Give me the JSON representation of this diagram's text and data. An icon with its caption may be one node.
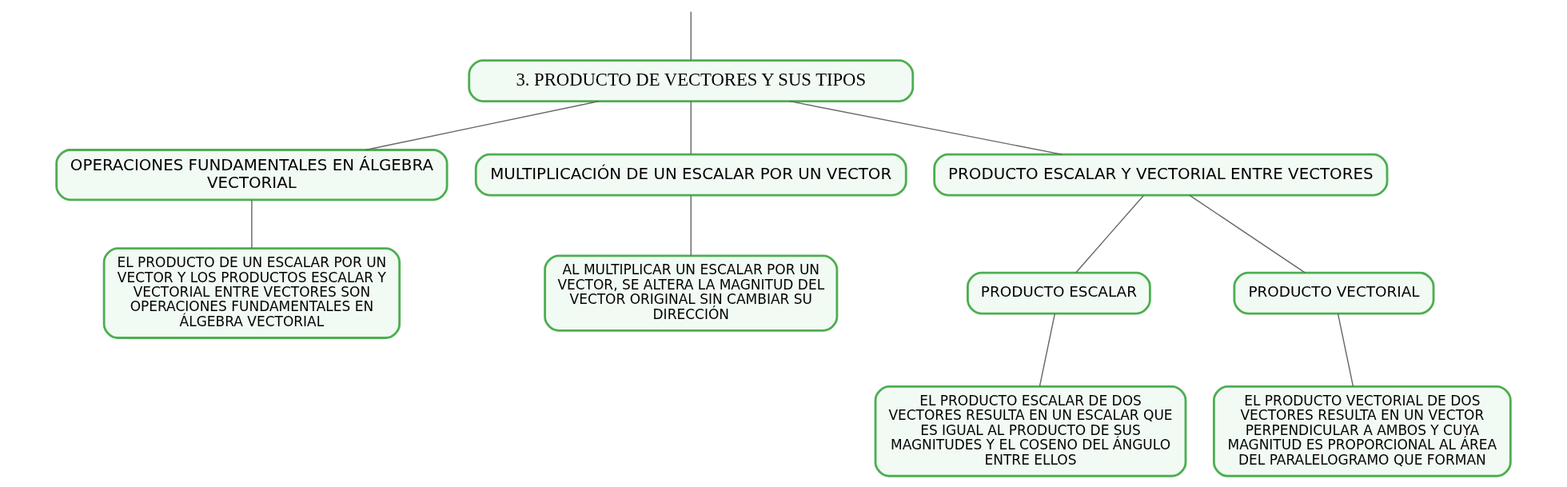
{
  "diagram": {
    "nodes": [
      {
        "text": [
          "3. PRODUCTO DE VECTORES Y SUS TIPOS"
        ]
      },
      {
        "text": [
          "OPERACIONES FUNDAMENTALES EN ÁLGEBRA VECTORIAL"
        ]
      },
      {
        "text": [
          "MULTIPLICACIÓN DE UN ESCALAR POR UN VECTOR"
        ]
      },
      {
        "text": [
          "PRODUCTO ESCALAR Y VECTORIAL ENTRE VECTORES"
        ]
      },
      {
        "text": [
          "EL PRODUCTO DE UN ESCALAR POR UN VECTOR Y LOS PRODUCTOS ESCALAR Y VECTORIAL ENTRE VECTORES SON OPERACIONES FUNDAMENTALES EN ÁLGEBRA VECTORIAL"
        ]
      },
      {
        "text": [
          "AL MULTIPLICAR UN ESCALAR POR UN VECTOR, SE ALTERA LA MAGNITUD DEL VECTOR ORIGINAL SIN CAMBIAR SU DIRECCIÓN"
        ]
      },
      {
        "text": [
          "PRODUCTO ESCALAR"
        ]
      },
      {
        "text": [
          "PRODUCTO VECTORIAL"
        ]
      },
      {
        "text": [
          "EL PRODUCTO ESCALAR DE DOS VECTORES RESULTA EN UN ESCALAR QUE ES IGUAL AL PRODUCTO DE SUS MAGNITUDES Y EL COSENO DEL ÁNGULO ENTRE ELLOS"
        ]
      },
      {
        "text": [
          "EL PRODUCTO VECTORIAL DE DOS VECTORES RESULTA EN UN VECTOR PERPENDICULAR A AMBOS Y CUYA MAGNITUD ES PROPORCIONAL AL ÁREA DEL PARALELOGRAMO QUE FORMAN"
        ]
      }
    ],
    "edges": [
      {
        "from": null,
        "to": 0,
        "arrow": "none"
      },
      {
        "from": 0,
        "to": 1,
        "arrow": "none"
      },
      {
        "from": 0,
        "to": 2,
        "arrow": "none"
      },
      {
        "from": 0,
        "to": 3,
        "arrow": "none"
      },
      {
        "from": 1,
        "to": 4,
        "arrow": "none"
      },
      {
        "from": 2,
        "to": 5,
        "arrow": "none"
      },
      {
        "from": 3,
        "to": 6,
        "arrow": "none"
      },
      {
        "from": 3,
        "to": 7,
        "arrow": "none"
      },
      {
        "from": 6,
        "to": 8,
        "arrow": "none"
      },
      {
        "from": 7,
        "to": 9,
        "arrow": "none"
      }
    ]
  }
}
